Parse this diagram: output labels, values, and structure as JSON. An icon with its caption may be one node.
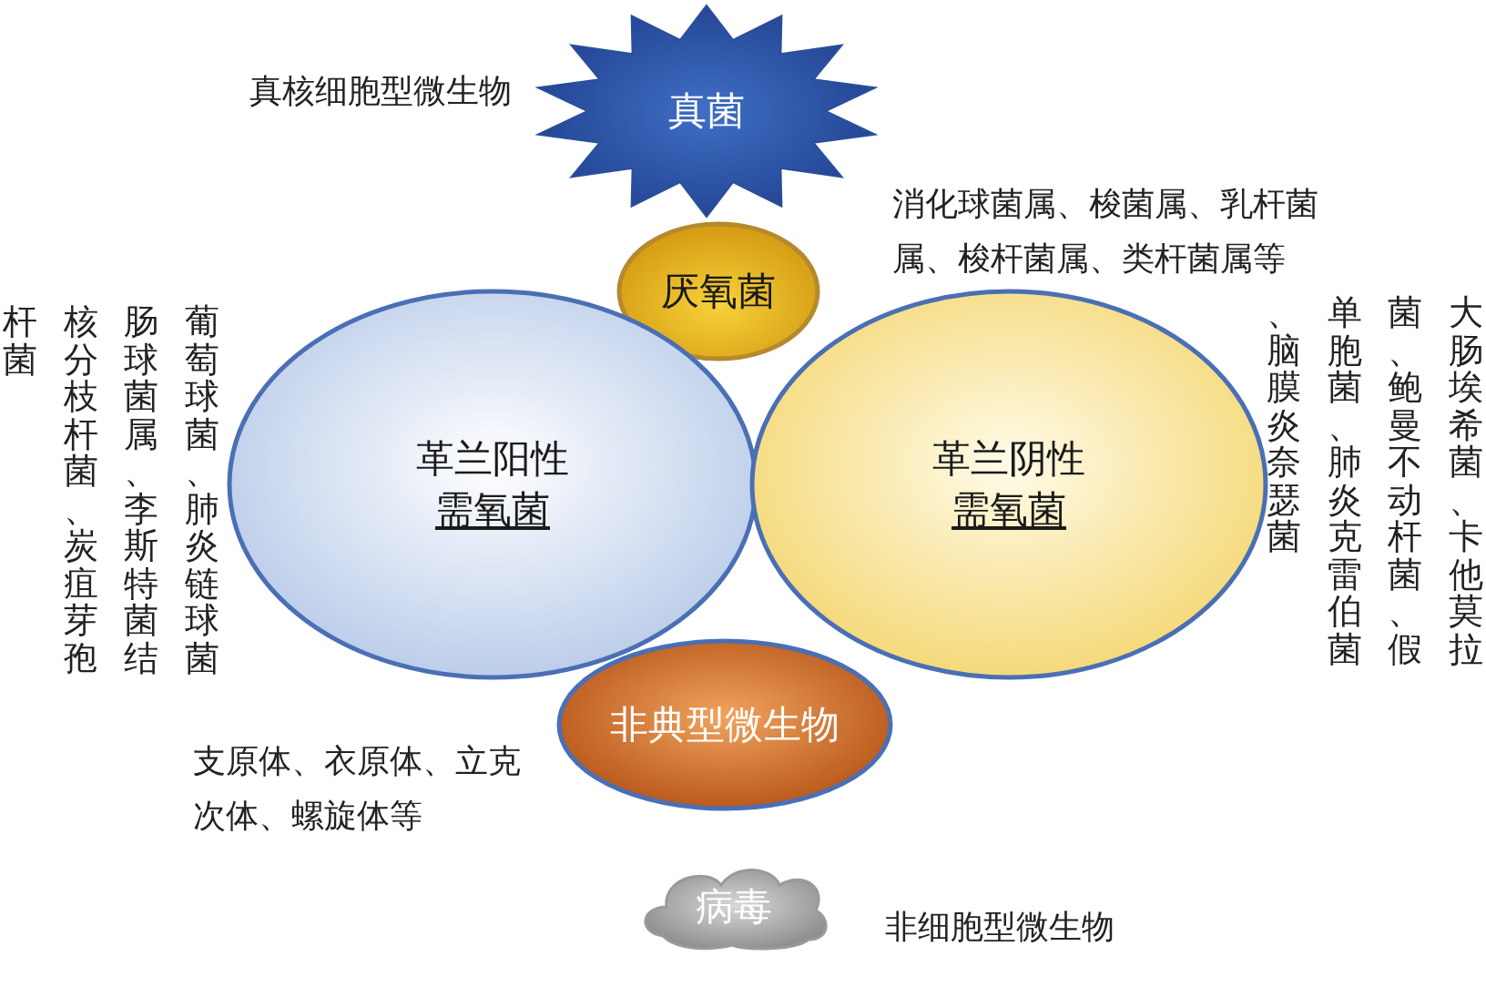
{
  "diagram": {
    "nodes": [
      {
        "text": [
          "真菌"
        ],
        "beside": [
          "真核细胞型微生物"
        ]
      },
      {
        "text": [
          "厌氧菌"
        ]
      },
      {
        "text": [
          "革兰阳性",
          "需氧菌"
        ],
        "beside": [
          "葡萄球菌、肺炎链球菌肠球菌属、李斯特菌结核分枝杆菌、炭疽芽孢杆菌"
        ]
      },
      {
        "text": [
          "革兰阴性",
          "需氧菌"
        ],
        "beside": [
          "大肠埃希菌、卡他莫拉菌、鲍曼不动杆菌、假单胞菌、肺炎克雷伯菌、脑膜炎奈瑟菌"
        ]
      },
      {
        "text": [
          "非典型微生物"
        ],
        "beside": [
          "支原体、衣原体、立克次体、螺旋体等"
        ]
      },
      {
        "text": [
          "病毒"
        ],
        "beside": [
          "非细胞型微生物"
        ]
      }
    ],
    "labels": [
      "消化球菌属、梭菌属、乳杆菌属、梭杆菌属、类杆菌属等"
    ]
  }
}
